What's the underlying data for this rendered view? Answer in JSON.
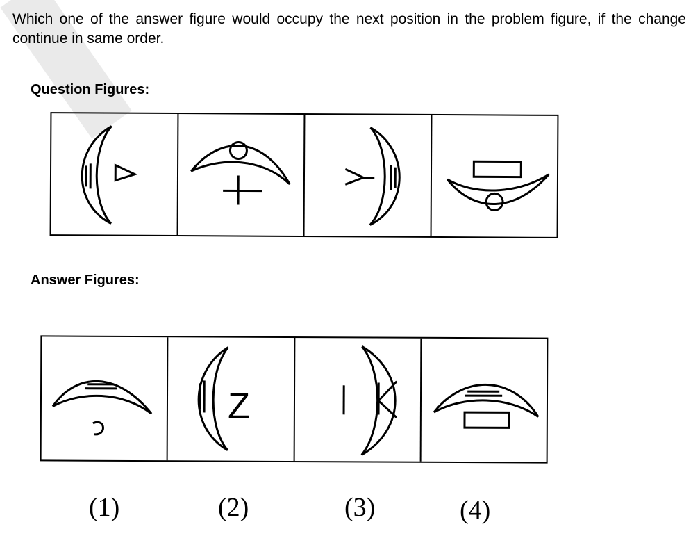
{
  "question": {
    "text": "Which one of the answer figure would occupy the next position in the problem figure, if the change continue in same order."
  },
  "question_section": {
    "heading": "Question Figures:"
  },
  "answer_section": {
    "heading": "Answer Figures:",
    "options": [
      "(1)",
      "(2)",
      "(3)",
      "(4)"
    ]
  },
  "glyphs": {
    "answer_2_letter": "Z"
  }
}
